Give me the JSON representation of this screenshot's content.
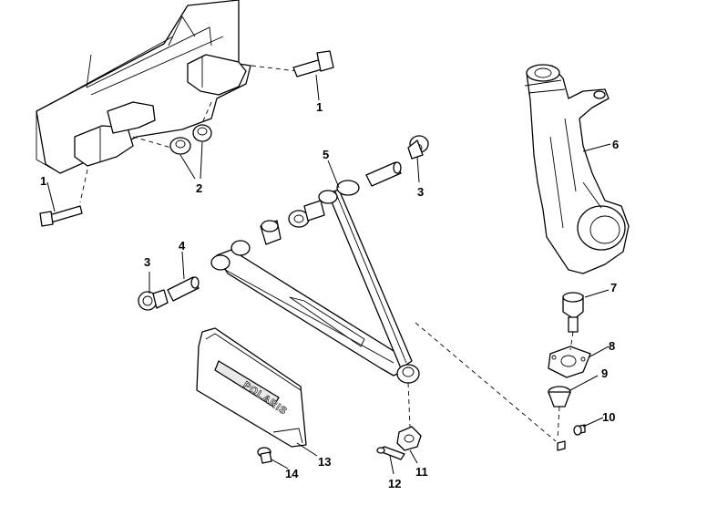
{
  "callouts": {
    "c1a": "1",
    "c1b": "1",
    "c2": "2",
    "c3a": "3",
    "c3b": "3",
    "c4": "4",
    "c5": "5",
    "c6": "6",
    "c7": "7",
    "c8": "8",
    "c9": "9",
    "c10": "10",
    "c11": "11",
    "c12": "12",
    "c13": "13",
    "c14": "14"
  },
  "skid_plate_logo": "POLARIS"
}
